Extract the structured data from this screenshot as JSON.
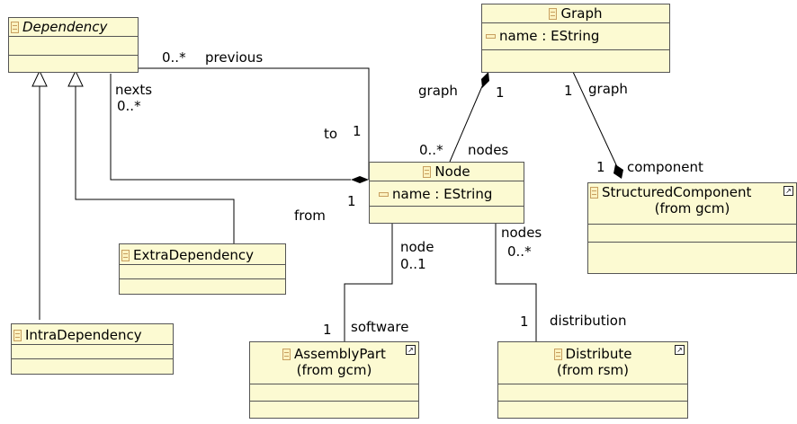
{
  "classes": {
    "dependency": {
      "name": "Dependency"
    },
    "graph": {
      "name": "Graph",
      "attr": "name : EString"
    },
    "node": {
      "name": "Node",
      "attr": "name : EString"
    },
    "structured": {
      "name": "StructuredComponent",
      "from": "(from gcm)"
    },
    "extra": {
      "name": "ExtraDependency"
    },
    "intra": {
      "name": "IntraDependency"
    },
    "assembly": {
      "name": "AssemblyPart",
      "from": "(from gcm)"
    },
    "distribute": {
      "name": "Distribute",
      "from": "(from rsm)"
    }
  },
  "labels": {
    "previous_mult": "0..*",
    "previous": "previous",
    "nexts": "nexts",
    "nexts_mult": "0..*",
    "to": "to",
    "to_mult": "1",
    "from_mult": "1",
    "from": "from",
    "graph_role": "graph",
    "graph_mult": "1",
    "nodes_mult": "0..*",
    "nodes": "nodes",
    "graph2_mult": "1",
    "graph2_role": "graph",
    "comp_mult": "1",
    "component": "component",
    "node_role": "node",
    "node_mult": "0..1",
    "software_mult": "1",
    "software": "software",
    "nodes2": "nodes",
    "nodes2_mult": "0..*",
    "dist_mult": "1",
    "distribution": "distribution"
  }
}
